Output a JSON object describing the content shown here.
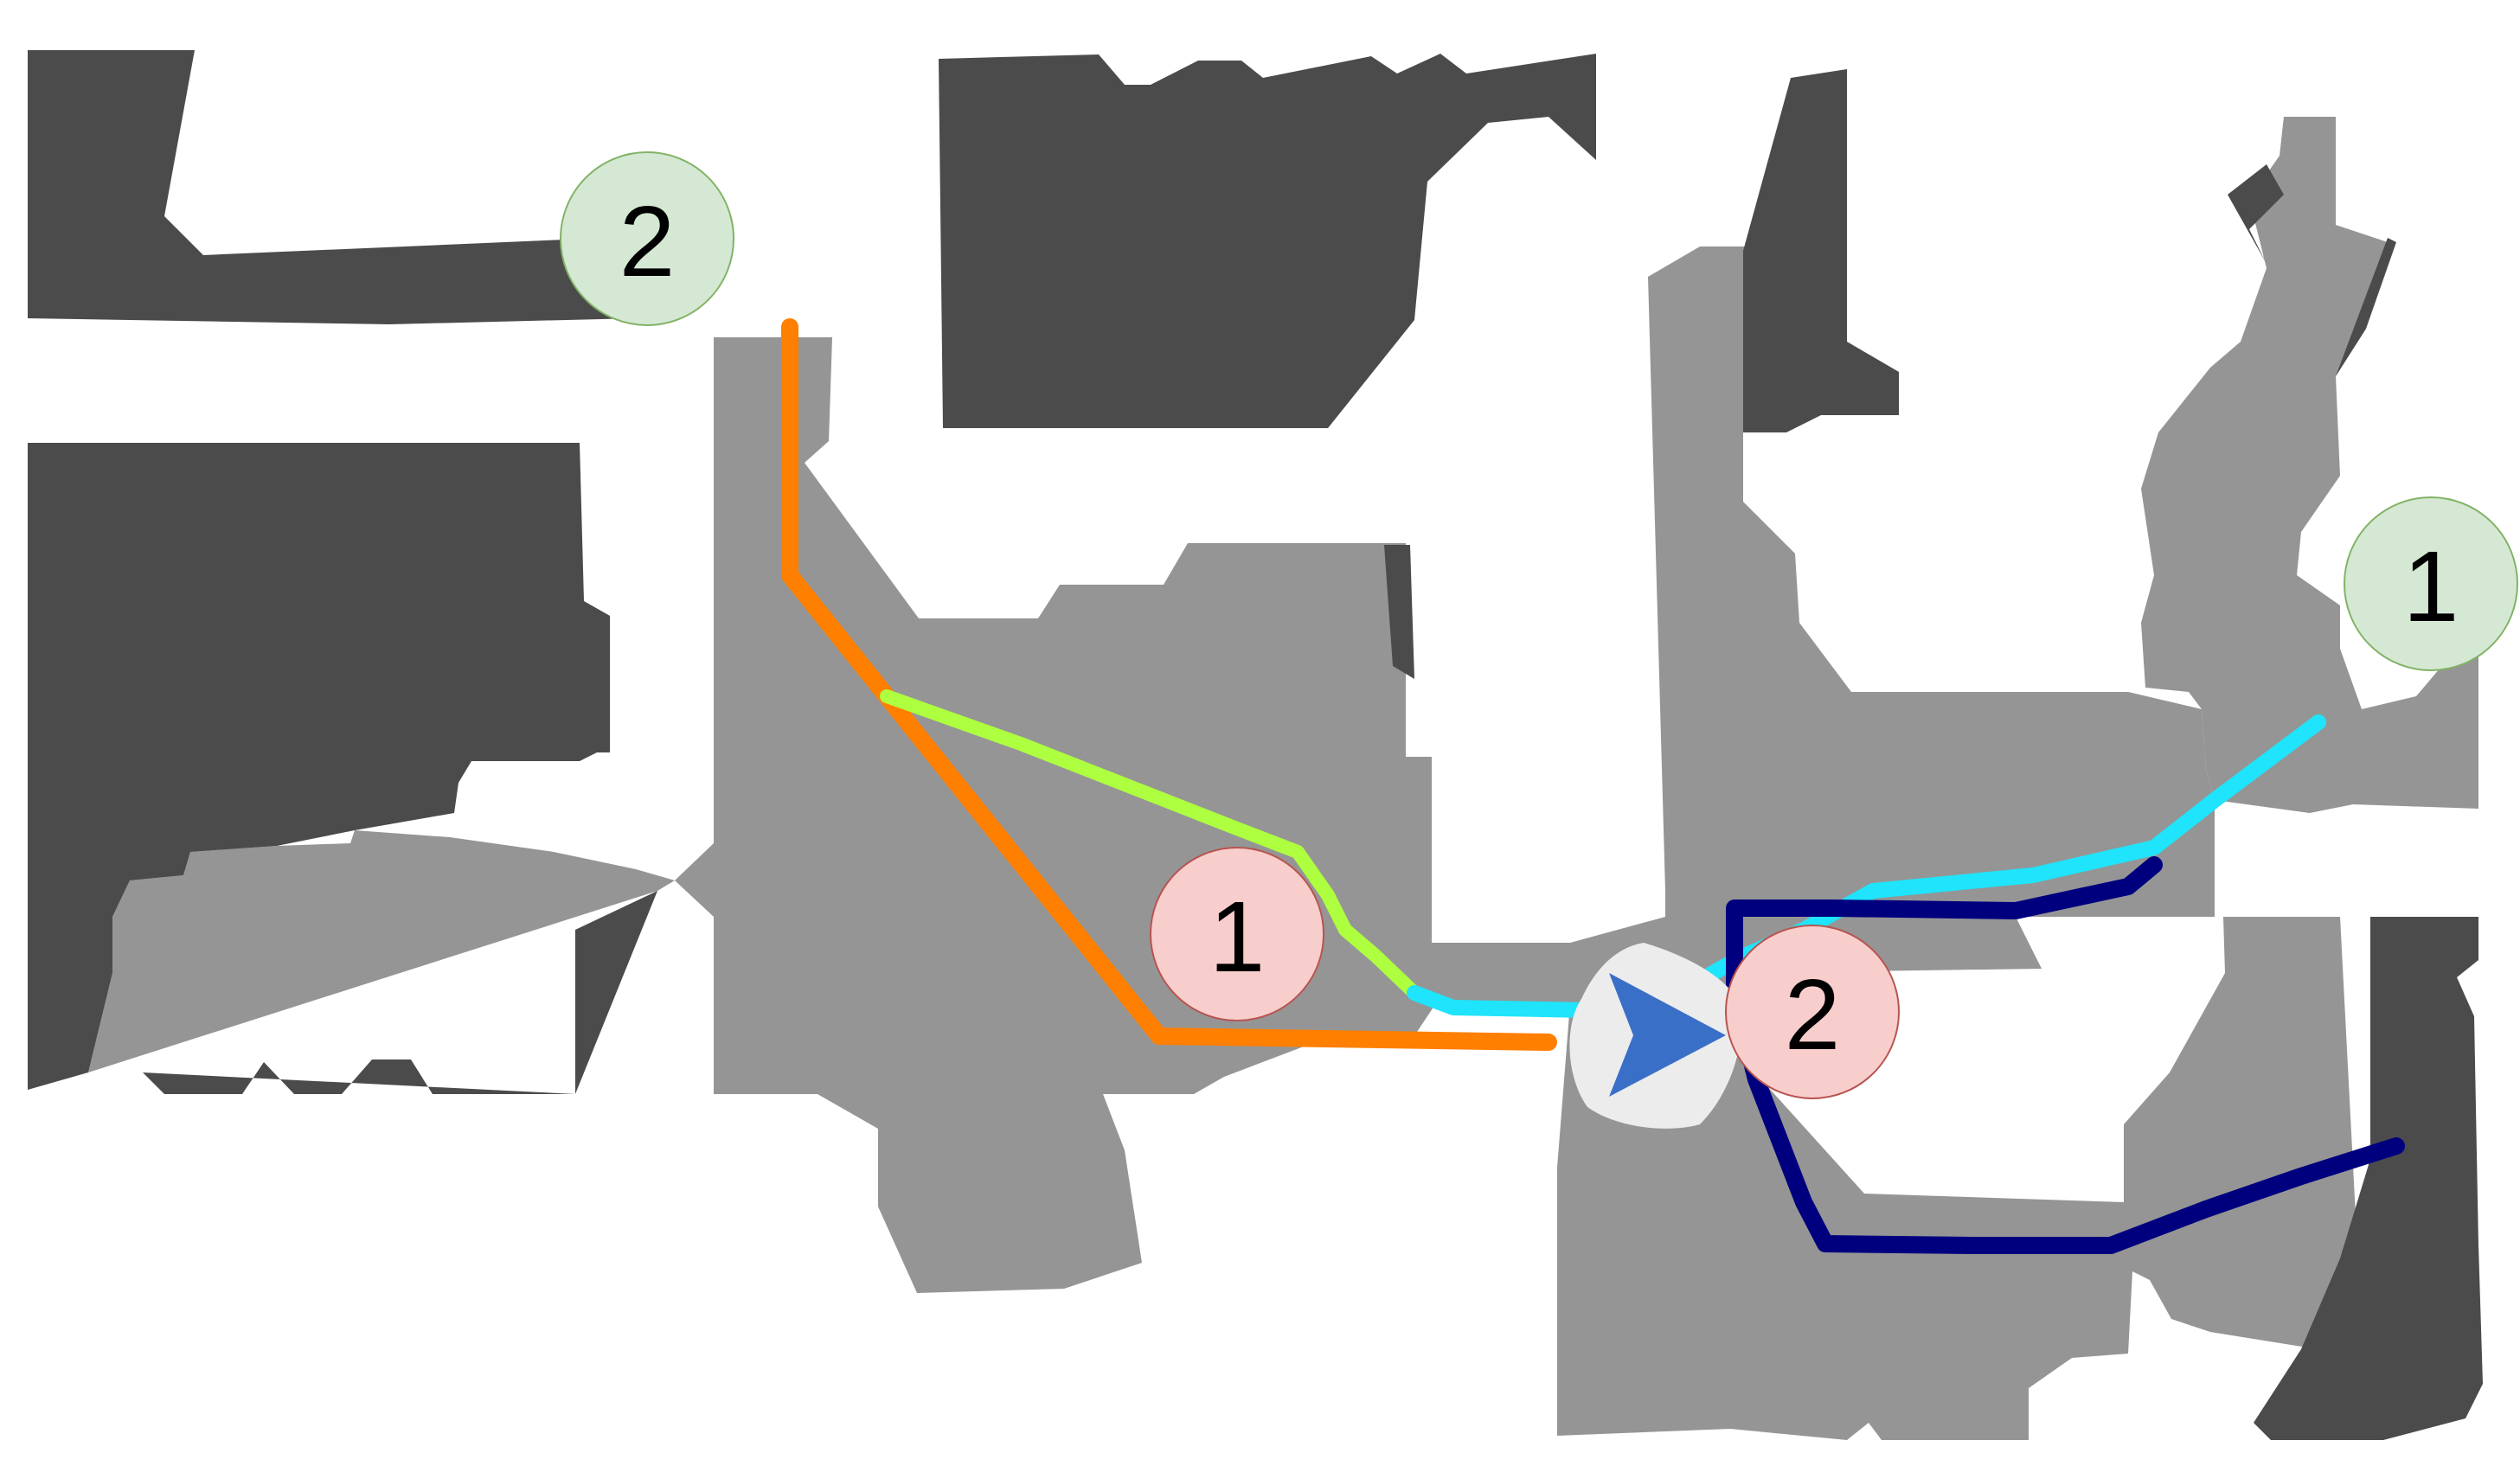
{
  "colors": {
    "background": "#ffffff",
    "obstacle_dark": "#4b4b4b",
    "explored_gray": "#959595",
    "path_orange": "#ff7f00",
    "path_lime": "#adff3f",
    "path_cyan": "#1fe4fb",
    "path_navy": "#00007f",
    "marker_green_fill": "#d5e8d4",
    "marker_green_stroke": "#82b366",
    "marker_red_fill": "#f8cecc",
    "marker_red_stroke": "#b85450",
    "agent_fill": "#ececec",
    "agent_arrow": "#3a6fc8"
  },
  "markers": [
    {
      "id": "goal-green-2",
      "label": "2",
      "style": "green"
    },
    {
      "id": "goal-green-1",
      "label": "1",
      "style": "green"
    },
    {
      "id": "waypoint-red-1",
      "label": "1",
      "style": "red"
    },
    {
      "id": "waypoint-red-2",
      "label": "2",
      "style": "red"
    }
  ],
  "agent": {
    "icon": "navigation-arrow-icon",
    "heading": "east"
  },
  "paths": [
    {
      "id": "orange",
      "color_key": "path_orange"
    },
    {
      "id": "lime",
      "color_key": "path_lime"
    },
    {
      "id": "cyan",
      "color_key": "path_cyan"
    },
    {
      "id": "navy",
      "color_key": "path_navy"
    }
  ]
}
